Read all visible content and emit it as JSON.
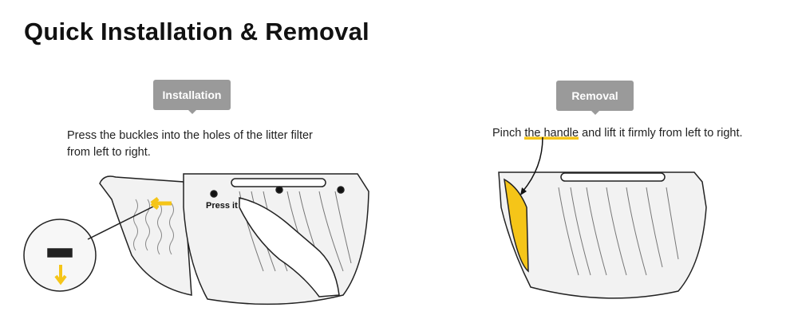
{
  "title": "Quick Installation & Removal",
  "installation": {
    "tag": "Installation",
    "description": "Press the buckles into the holes of the litter filter from left to right.",
    "callout": "Press it"
  },
  "removal": {
    "tag": "Removal",
    "description_before": "Pinch ",
    "description_highlight": "the handle",
    "description_after": " and lift it firmly from left to right."
  },
  "colors": {
    "accent": "#f5c518",
    "tag": "#9a9a9a"
  }
}
